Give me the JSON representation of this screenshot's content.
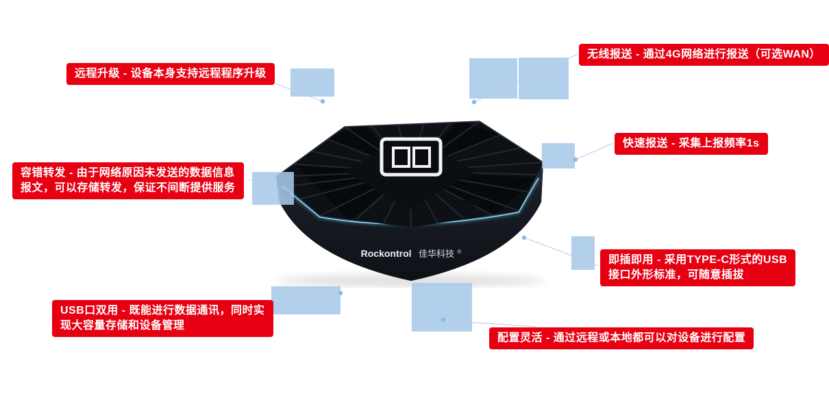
{
  "page": {
    "background": "#ffffff"
  },
  "device": {
    "brand": "Rockontrol",
    "brand_cn": "佳华科技",
    "reg": "®"
  },
  "callouts": [
    {
      "id": "remote-upgrade",
      "text": "远程升级 - 设备本身支持远程程序升级"
    },
    {
      "id": "wireless-report",
      "text": "无线报送 - 通过4G网络进行报送（可选WAN）"
    },
    {
      "id": "fast-report",
      "text": "快速报送 - 采集上报频率1s"
    },
    {
      "id": "fault-tolerant-forward",
      "text": "容错转发 - 由于网络原因未发送的数据信息\n报文，可以存储转发，保证不间断提供服务"
    },
    {
      "id": "plug-and-play",
      "text": "即插即用 - 采用TYPE-C形式的USB\n接口外形标准，可随意插拔"
    },
    {
      "id": "usb-dual-use",
      "text": "USB口双用 - 既能进行数据通讯，同时实\n现大容量存储和设备管理"
    },
    {
      "id": "flexible-config",
      "text": "配置灵活 - 通过远程或本地都可以对设备进行配置"
    }
  ],
  "colors": {
    "callout_bg": "#e60012",
    "callout_text": "#ffffff",
    "highlight": "#a7c8e9",
    "leader_line": "#bcd2ea",
    "leader_dot": "#8fb9e6",
    "device_body": "#14171c",
    "device_glow": "#56c3f2"
  }
}
